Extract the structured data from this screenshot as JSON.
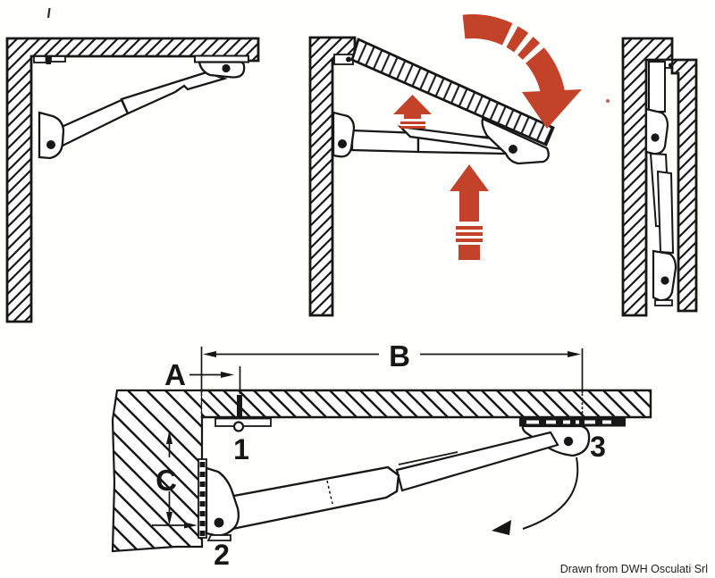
{
  "labels": {
    "dim_a": "A",
    "dim_b": "B",
    "dim_c": "C",
    "point_1": "1",
    "point_2": "2",
    "point_3": "3"
  },
  "footer": {
    "credit": "Drawn from DWH Osculati Srl"
  },
  "colors": {
    "accent": "#c2432a",
    "line": "#171717",
    "background": "#ffffff"
  },
  "icons": {
    "rotate": "rotate-down-arrow-icon",
    "push_small": "push-up-small-arrow-icon",
    "push_large": "push-up-large-arrow-icon",
    "fold": "fold-motion-arrow-icon"
  }
}
